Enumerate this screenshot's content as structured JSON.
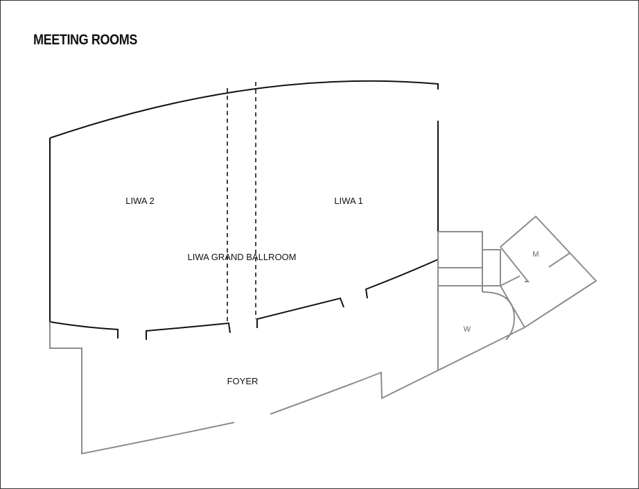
{
  "title": "MEETING ROOMS",
  "rooms": {
    "liwa_2": "LIWA 2",
    "liwa_1": "LIWA 1",
    "grand_ballroom": "LIWA GRAND BALLROOM",
    "foyer": "FOYER",
    "restroom_w": "W",
    "restroom_m": "M"
  },
  "colors": {
    "ballroom_walls": "#111111",
    "service_walls": "#8c8c8c",
    "frame": "#333333"
  }
}
